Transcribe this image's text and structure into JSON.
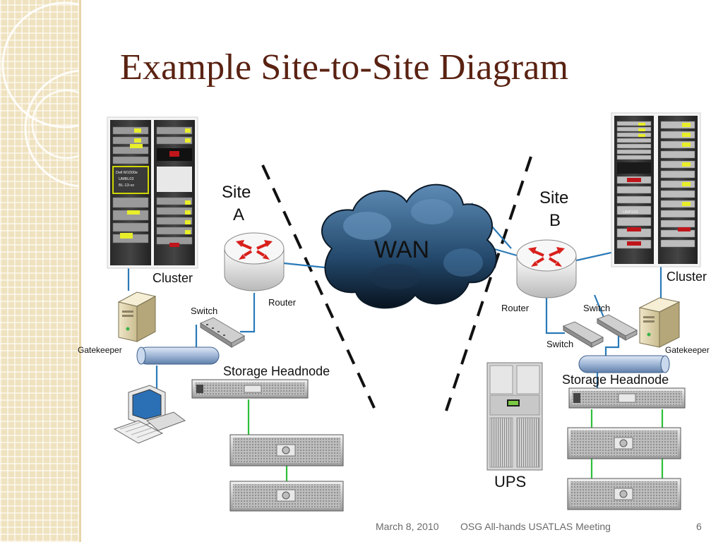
{
  "title": "Example Site-to-Site Diagram",
  "diagram": {
    "wan_label": "WAN",
    "site_a": {
      "line1": "Site",
      "line2": "A"
    },
    "site_b": {
      "line1": "Site",
      "line2": "B"
    },
    "left": {
      "cluster": "Cluster",
      "router": "Router",
      "switch": "Switch",
      "gatekeeper": "Gatekeeper",
      "storage_headnode": "Storage Headnode"
    },
    "right": {
      "cluster": "Cluster",
      "router": "Router",
      "switch_top": "Switch",
      "switch_bottom": "Switch",
      "gatekeeper": "Gatekeeper",
      "storage_headnode": "Storage Headnode",
      "ups": "UPS"
    },
    "rack_labels": {
      "left_tag": "Dell M1000e",
      "left_tag2": "UMBL03",
      "left_tag3": "BL-13-xx",
      "right_tag": "UMFS03"
    }
  },
  "footer": {
    "date": "March 8, 2010",
    "event": "OSG All-hands USATLAS Meeting",
    "page": "6"
  },
  "colors": {
    "title": "#5a2212",
    "link_blue": "#2a7ab8",
    "link_green": "#2fbf3a",
    "cloud": "#2e5a7e",
    "router_arrow": "#d8201c"
  }
}
